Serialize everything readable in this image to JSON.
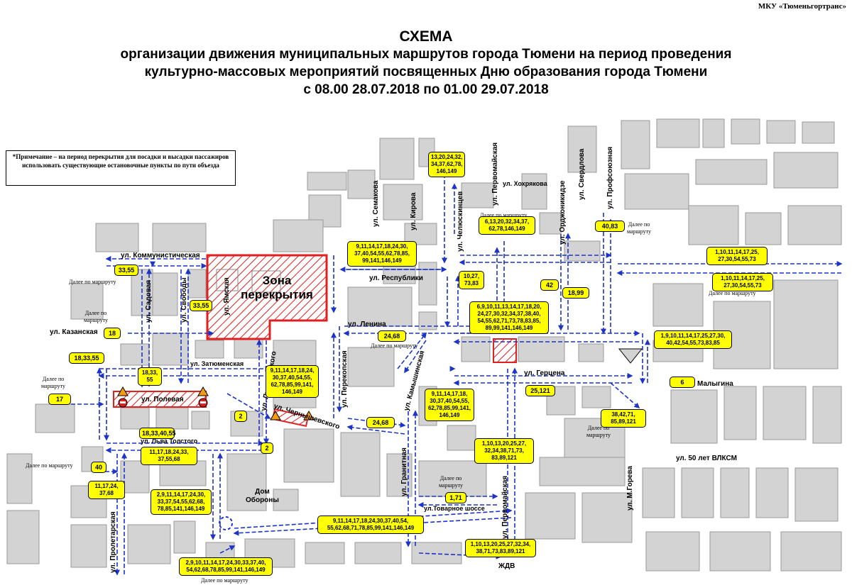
{
  "header": {
    "org": "МКУ «Тюменьгортранс»",
    "title": "СХЕМА",
    "subtitle_1": "организации движения муниципальных маршрутов города Тюмени на период проведения",
    "subtitle_2": "культурно-массовых мероприятий посвященных Дню образования города Тюмени",
    "subtitle_3": "с 08.00 28.07.2018 по 01.00 29.07.2018"
  },
  "note": "*Примечание – на период перекрытия для посадки и высадки пассажиров использовать существующие остановочные пункты по пути объезда",
  "zone_label": "Зона\nперекрытия",
  "colors": {
    "route": "#1c34c8",
    "badge": "#ffff00",
    "closure": "#e02020",
    "building": "#d3d3d3"
  },
  "streets": {
    "kommunisticheskaya": "ул. Коммунистическая",
    "kazanskaya": "ул. Казанская",
    "zatyumenskaya": "ул. Затюменская",
    "polevaya": "ул. Полевая",
    "lva_tolstogo": "ул. Льва Толстого",
    "proletarskaya": "ул. Пролетарская",
    "sadovaya": "ул. Садовая",
    "svobody": "ул. Свободы",
    "yamskaya": "ул. Ямская",
    "lunacharskogo": "ул. Луначарского",
    "chernyshevskogo": "ул. Чернышевского",
    "perekopskaya": "ул. Перекопская",
    "semakova": "ул. Семакова",
    "kirova": "ул. Кирова",
    "respubliki": "ул. Республики",
    "lenina": "ул. Ленина",
    "chelyuskintsev": "ул. Челюскинцев",
    "pervomayskaya_top": "ул. Первомайская",
    "khokhryakova": "ул. Хохрякова",
    "ordzhonikidze": "ул. Орджоникидзе",
    "sverdlova": "ул. Свердлова",
    "profsoyuznaya": "ул. Профсоюзная",
    "gertsena": "ул. Герцена",
    "malygina": "Малыгина",
    "kamyshinskaya": "ул. Камышинская",
    "granitnaya": "ул. Гранитная",
    "pervomayskaya_bottom": "ул. Первомайская",
    "tovarnoe": "ул.Товарное шоссе",
    "komsomol": "ул. 50 лет ВЛКСМ",
    "goreva": "ул. М.Горева",
    "zhdv": "ЖДВ",
    "dom_oborony": "Дом\nОбороны"
  },
  "further_label": "Далее по маршруту",
  "further_label_wrapped": "Далее по\nмаршруту",
  "badges": [
    {
      "id": "b1",
      "text": "13,20,24,32,\n34,37,62,78,\n146,149"
    },
    {
      "id": "b2",
      "text": "9,11,14,17,18,24,30,\n37,40,54,55,62,78,85,\n99,141,146,149"
    },
    {
      "id": "b3",
      "text": "6,13,20,32,34,37,\n62,78,146,149"
    },
    {
      "id": "b4",
      "text": "40,83"
    },
    {
      "id": "b5",
      "text": "1,10,11,14,17,25,\n27,30,54,55,73"
    },
    {
      "id": "b6",
      "text": "1,10,11,14,17,25,\n27,30,54,55,73"
    },
    {
      "id": "b7",
      "text": "10,27,\n73,83"
    },
    {
      "id": "b8",
      "text": "42"
    },
    {
      "id": "b9",
      "text": "18,99"
    },
    {
      "id": "b10",
      "text": "6,9,10,11,13,14,17,18,20,\n24,27,30,32,34,37,38,40,\n54,55,62,71,73,78,83,85,\n89,99,141,146,149"
    },
    {
      "id": "b11",
      "text": "1,9,10,11,14,17,25,27,30,\n40,42,54,55,73,83,85"
    },
    {
      "id": "b12",
      "text": "24,68"
    },
    {
      "id": "b13",
      "text": "33,55"
    },
    {
      "id": "b14",
      "text": "33,55"
    },
    {
      "id": "b15",
      "text": "18"
    },
    {
      "id": "b16",
      "text": "18,33,55"
    },
    {
      "id": "b17",
      "text": "18,33,\n55"
    },
    {
      "id": "b18",
      "text": "17"
    },
    {
      "id": "b19",
      "text": "9,11,14,17,18,24,\n30,37,40,54,55,\n62,78,85,99,141,\n146,149"
    },
    {
      "id": "b20",
      "text": "9,11,14,17,18,\n30,37,40,54,55,\n62,78,85,99,141,\n146,149"
    },
    {
      "id": "b21",
      "text": "25,121"
    },
    {
      "id": "b22",
      "text": "6"
    },
    {
      "id": "b23",
      "text": "24,68"
    },
    {
      "id": "b24",
      "text": "2"
    },
    {
      "id": "b25",
      "text": "18,33,40,55"
    },
    {
      "id": "b26",
      "text": "2"
    },
    {
      "id": "b27",
      "text": "38,42,71,\n85,89,121"
    },
    {
      "id": "b28",
      "text": "1,10,13,20,25,27,\n32,34,38,71,73,\n83,89,121"
    },
    {
      "id": "b29",
      "text": "11,17,18,24,33,\n37,55,68"
    },
    {
      "id": "b30",
      "text": "40"
    },
    {
      "id": "b31",
      "text": "11,17,24,\n37,68"
    },
    {
      "id": "b32",
      "text": "2,9,11,14,17,24,30,\n33,37,54,55,62,68,\n78,85,141,146,149"
    },
    {
      "id": "b33",
      "text": "1,71"
    },
    {
      "id": "b34",
      "text": "9,11,14,17,18,24,30,37,40,54,\n55,62,68,71,78,85,99,141,146,149"
    },
    {
      "id": "b35",
      "text": "1,10,13,20,25,27,32,34,\n38,71,73,83,89,121"
    },
    {
      "id": "b36",
      "text": "2,9,10,11,14,17,24,30,33,37,40,\n54,62,68,78,85,99,141,146,149"
    }
  ]
}
